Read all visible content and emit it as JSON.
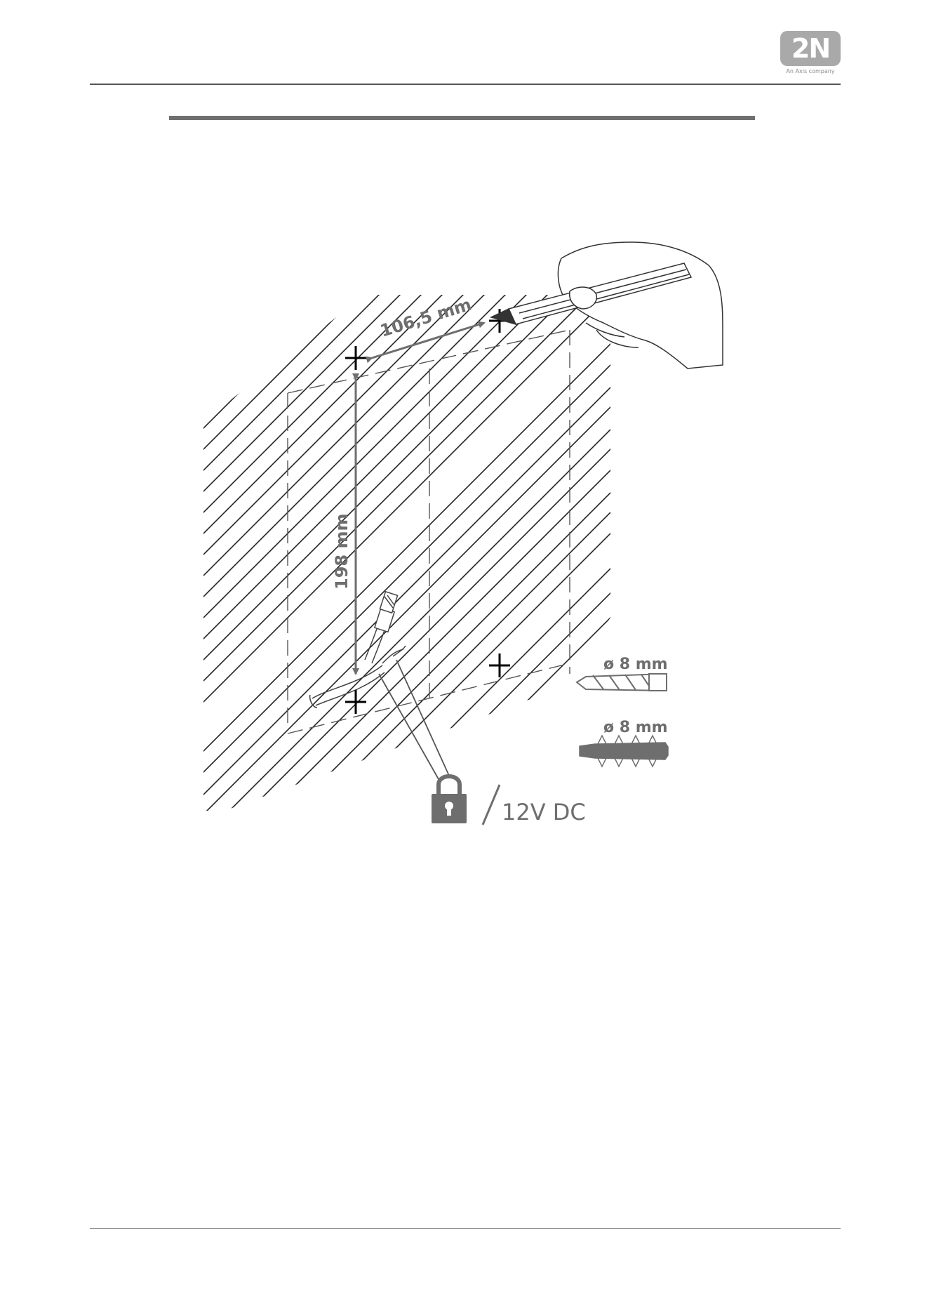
{
  "header": {
    "logo_text": "2N",
    "logo_subtitle": "An Axis company"
  },
  "diagram": {
    "dimension_horizontal": "106,5 mm",
    "dimension_vertical": "198 mm",
    "drill_label": "ø 8 mm",
    "dowel_label": "ø 8 mm",
    "power_label": "12V DC",
    "icons": [
      "padlock-icon",
      "drill-bit-icon",
      "wall-plug-icon",
      "pencil-hand-icon",
      "cable-icon"
    ],
    "colors": {
      "hatch": "#222222",
      "dimension": "#6e6e6e",
      "label": "#6e6e6e",
      "mark": "#000000"
    }
  }
}
